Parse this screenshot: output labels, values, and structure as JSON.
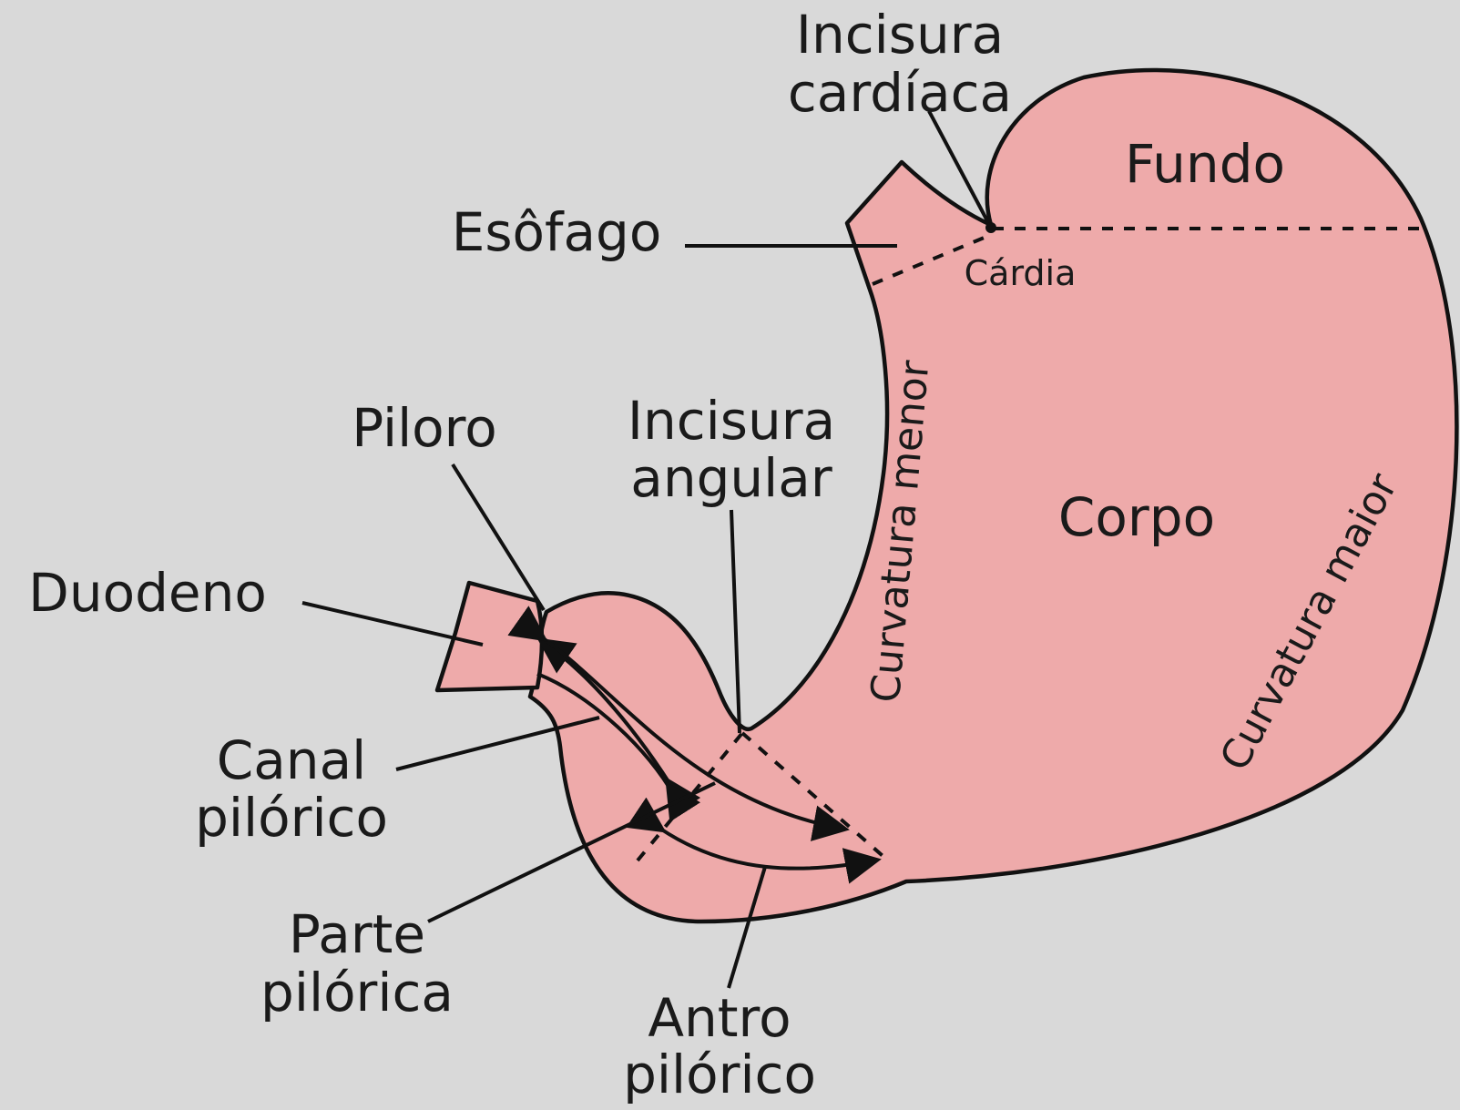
{
  "colors": {
    "background": "#d9d9d9",
    "tissue": "#eeaaaa",
    "outline": "#111111"
  },
  "labels": {
    "incisura_cardiaca": [
      "Incisura",
      "cardíaca"
    ],
    "fundo": "Fundo",
    "esofago": "Esôfago",
    "cardia": "Cárdia",
    "curvatura_menor": "Curvatura menor",
    "curvatura_maior": "Curvatura maior",
    "corpo": "Corpo",
    "piloro": "Piloro",
    "incisura_angular": [
      "Incisura",
      "angular"
    ],
    "duodeno": "Duodeno",
    "canal_pilorico": [
      "Canal",
      "pilórico"
    ],
    "parte_pilorica": [
      "Parte",
      "pilórica"
    ],
    "antro_pilorico": [
      "Antro",
      "pilórico"
    ]
  }
}
